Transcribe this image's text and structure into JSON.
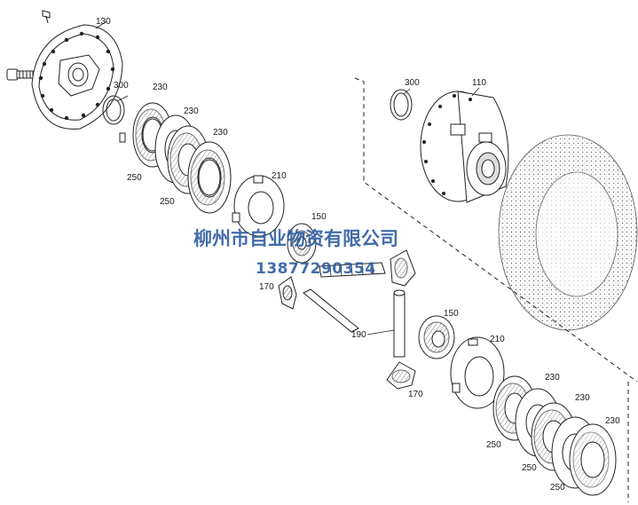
{
  "callouts": {
    "c130": "130",
    "c300_left": "300",
    "c230_a": "230",
    "c230_b": "230",
    "c230_c": "230",
    "c250_a": "250",
    "c250_b": "250",
    "c210_top": "210",
    "c150_top": "150",
    "c170_top": "170",
    "c300_right": "300",
    "c110": "110",
    "c190": "190",
    "c150_bottom": "150",
    "c170_bottom": "170",
    "c210_bottom": "210",
    "c230_d": "230",
    "c230_e": "230",
    "c230_f": "230",
    "c250_c": "250",
    "c250_d": "250",
    "c250_e": "250"
  },
  "watermark": {
    "company": "柳州市自业物资有限公司",
    "phone": "13877290354"
  }
}
